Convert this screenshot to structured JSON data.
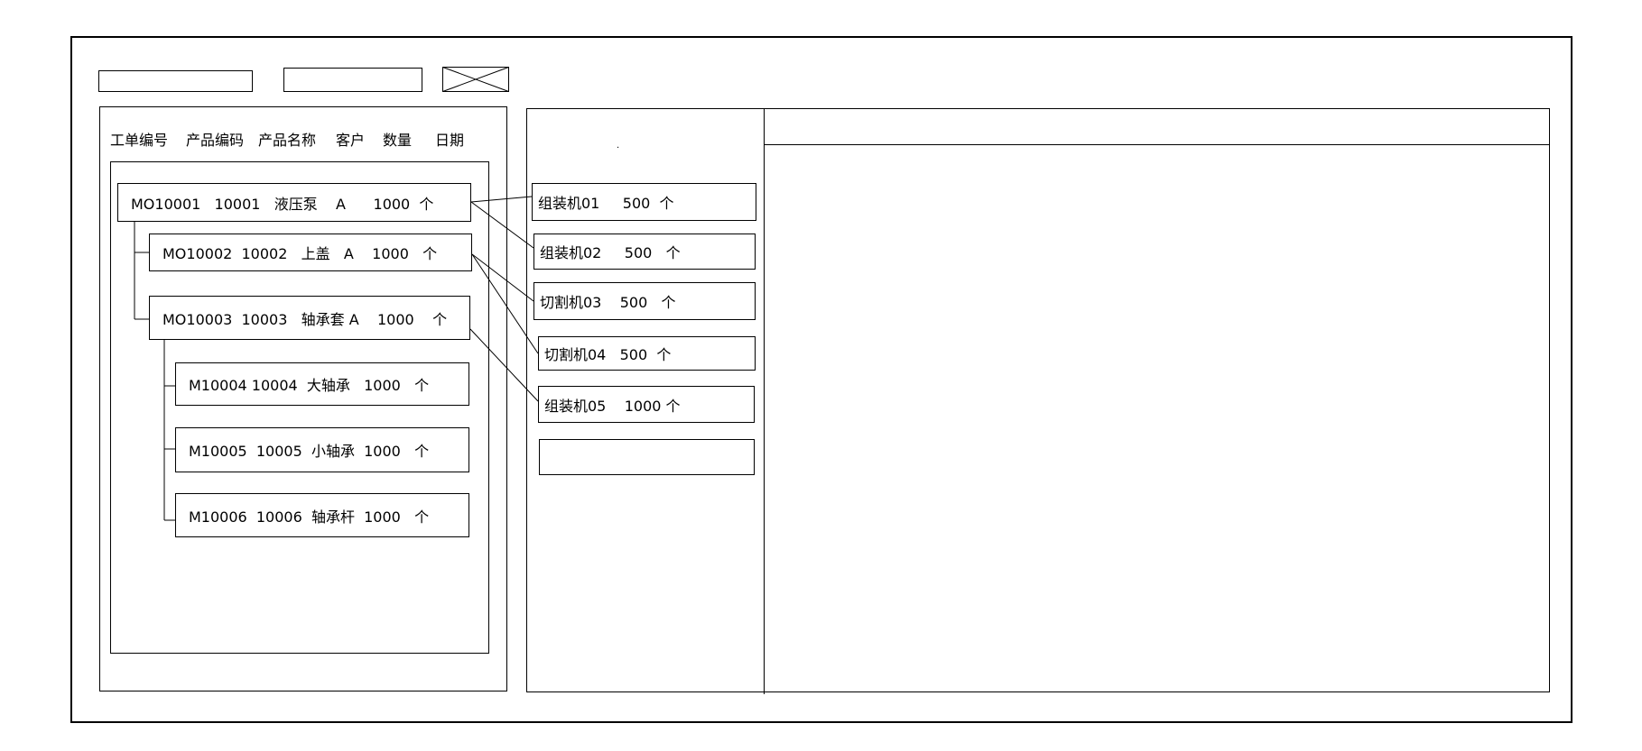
{
  "toolbar": {
    "input1_value": "",
    "input2_value": "",
    "image_placeholder_icon": "image-placeholder-icon"
  },
  "work_orders": {
    "headers": [
      "工单编号",
      "产品编码",
      "产品名称",
      "客户",
      "数量",
      "日期"
    ],
    "rows": [
      {
        "text": "MO10001   10001   液压泵    A      1000  个"
      },
      {
        "text": "MO10002  10002   上盖   A    1000   个"
      },
      {
        "text": "MO10003  10003   轴承套 A    1000    个"
      },
      {
        "text": "M10004 10004  大轴承   1000   个"
      },
      {
        "text": "M10005  10005  小轴承  1000   个"
      },
      {
        "text": "M10006  10006  轴承杆  1000   个"
      }
    ]
  },
  "machines": {
    "header_mark": "·",
    "items": [
      {
        "text": "组装机01     500  个"
      },
      {
        "text": "组装机02     500   个"
      },
      {
        "text": "切割机03    500   个"
      },
      {
        "text": "切割机04   500  个"
      },
      {
        "text": "组装机05    1000 个"
      },
      {
        "text": ""
      }
    ]
  }
}
